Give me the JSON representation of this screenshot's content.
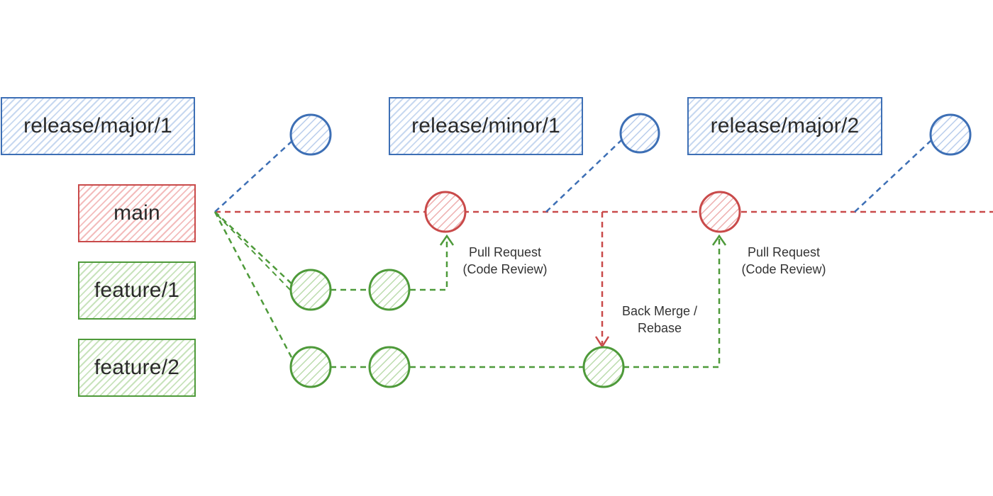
{
  "branches": {
    "release_major_1": "release/major/1",
    "release_minor_1": "release/minor/1",
    "release_major_2": "release/major/2",
    "main": "main",
    "feature_1": "feature/1",
    "feature_2": "feature/2"
  },
  "annotations": {
    "pull_request_1": {
      "line1": "Pull Request",
      "line2": "(Code Review)"
    },
    "back_merge": {
      "line1": "Back Merge /",
      "line2": "Rebase"
    },
    "pull_request_2": {
      "line1": "Pull Request",
      "line2": "(Code Review)"
    }
  },
  "colors": {
    "release": "#3d6fb5",
    "main": "#c94a4a",
    "feature": "#4e9a3a"
  }
}
